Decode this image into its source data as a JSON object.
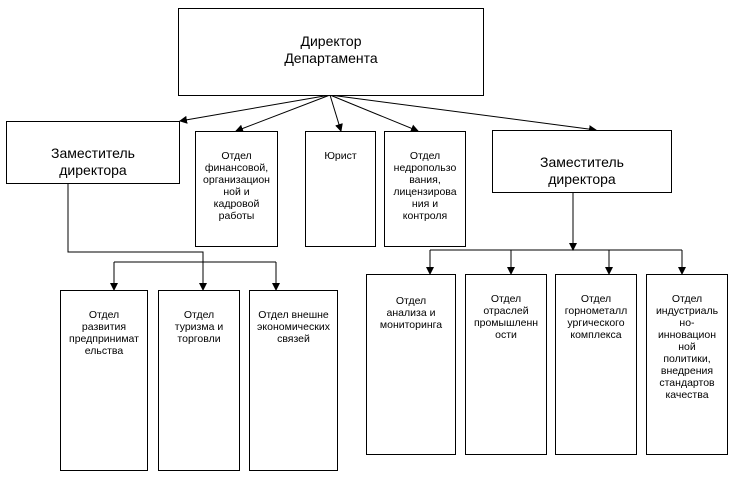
{
  "nodes": {
    "director": "Директор\nДепартамента",
    "deputy_left": "Заместитель\nдиректора",
    "deputy_right": "Заместитель\nдиректора",
    "fin_dept": "Отдел\nфинансовой,\nорганизацион\nной и\nкадровой\nработы",
    "lawyer": "Юрист",
    "subsoil_dept": "Отдел\nнедропользо\nвания,\nлицензирова\nния и\nконтроля",
    "entrepreneurship_dept": "Отдел\nразвития\nпредпринимат\nельства",
    "tourism_dept": "Отдел\nтуризма и\nторговли",
    "foreign_econ_dept": "Отдел внешне\nэкономических\nсвязей",
    "analysis_dept": "Отдел\nанализа и\nмониторинга",
    "industry_dept": "Отдел\nотраслей\nпромышленн\nости",
    "mining_dept": "Отдел\nгорнометалл\nургического\nкомплекса",
    "innovation_dept": "Отдел\nиндустриаль\nно-\nинновацион\nной\nполитики,\nвнедрения\nстандартов\nкачества"
  }
}
